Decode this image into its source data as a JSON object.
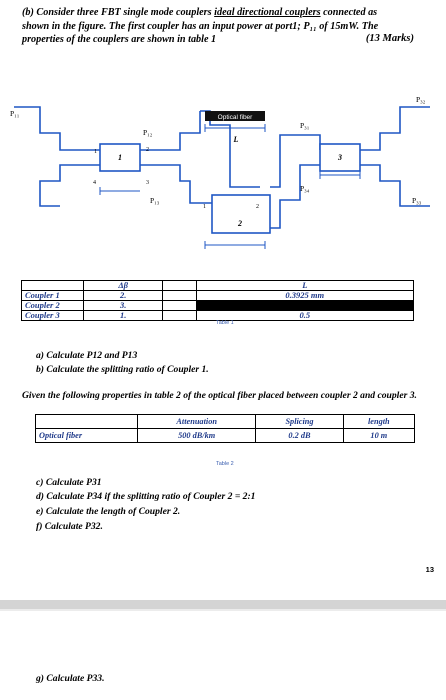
{
  "question": {
    "line1_pre": "(b) Consider three FBT single mode couplers ",
    "line1_ul": "ideal directional couplers",
    "line1_post": " connected as",
    "line2": "shown in the figure. The first coupler has an input power at port1; P₁₁ of 15mW. The",
    "line3": "properties of the couplers are shown in table 1",
    "marks": "(13 Marks)"
  },
  "diagram": {
    "labels": {
      "p11": "P₁₁",
      "p12": "P₁₂",
      "p13": "P₁₃",
      "p31": "P₃₁",
      "p32": "P₃₂",
      "p33": "P₃₃",
      "p34": "P₃₄",
      "optical_fiber": "Optical fiber",
      "L": "L",
      "coupler1": "1",
      "coupler2": "2",
      "coupler3": "3",
      "port1": "1",
      "port2": "2",
      "port3": "3",
      "port4": "4",
      "c2_port1": "1",
      "c2_port2": "2"
    }
  },
  "table1": {
    "headers": [
      "",
      "Δβ",
      "",
      "L"
    ],
    "rows": [
      {
        "name": "Coupler 1",
        "db": "2.",
        "mid": "",
        "len": "0.3925 mm"
      },
      {
        "name": "Coupler 2",
        "db": "3.",
        "mid": "",
        "len": ""
      },
      {
        "name": "Coupler 3",
        "db": "1.",
        "mid": "",
        "len": "0.5"
      }
    ],
    "caption": "Table 1"
  },
  "questions_ab": {
    "a": "a)  Calculate P12 and P13",
    "b": "b)  Calculate the splitting ratio of Coupler 1."
  },
  "given": "Given the following properties in table 2 of the optical fiber placed between coupler 2 and coupler 3.",
  "table2": {
    "headers": [
      "",
      "Attenuation",
      "Splicing",
      "length"
    ],
    "row": {
      "name": "Optical fiber",
      "att": "500 dB/km",
      "spl": "0.2 dB",
      "len": "10 m"
    },
    "caption": "Table 2"
  },
  "questions_cf": {
    "c": "c)  Calculate P31",
    "d": "d)  Calculate P34  if the splitting ratio of Coupler 2 = 2:1",
    "e": "e)  Calculate the length of Coupler 2.",
    "f": "f)  Calculate P32."
  },
  "page_number": "13",
  "question_g": "g)  Calculate P33."
}
